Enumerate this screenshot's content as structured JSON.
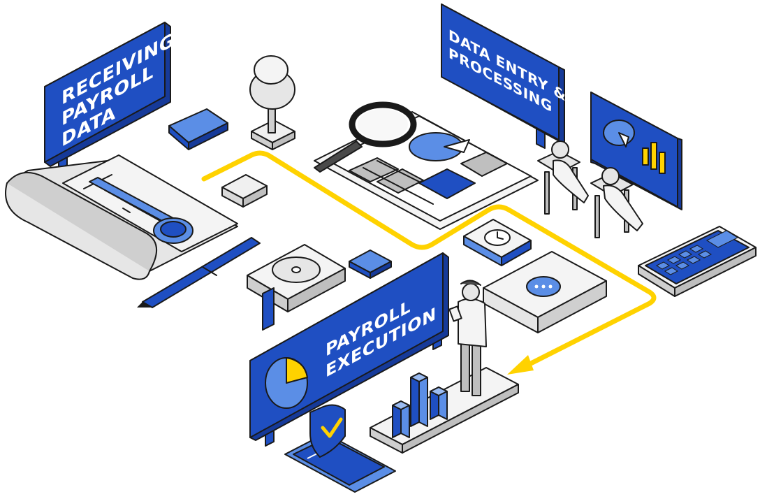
{
  "signs": {
    "receiving": [
      "RECEIVING",
      "PAYROLL",
      "DATA"
    ],
    "processing": [
      "DATA ENTRY &",
      "PROCESSING"
    ],
    "execution": [
      "PAYROLL",
      "EXECUTION"
    ]
  },
  "colors": {
    "brand_blue": "#1f4fc2",
    "light_blue": "#5b8ee6",
    "flow_yellow": "#ffd200",
    "outline": "#1a1a1a",
    "grey": "#d9d9d9"
  },
  "icons": [
    "document-scroll-icon",
    "pen-icon",
    "push-pin-icon",
    "magnifier-icon",
    "report-pie-chart-icon",
    "clock-calendar-icon",
    "chat-bubble-icon",
    "calculator-icon",
    "monitor-chart-icon",
    "shield-check-icon",
    "bar-chart-3d-icon",
    "pie-chart-board-icon"
  ]
}
